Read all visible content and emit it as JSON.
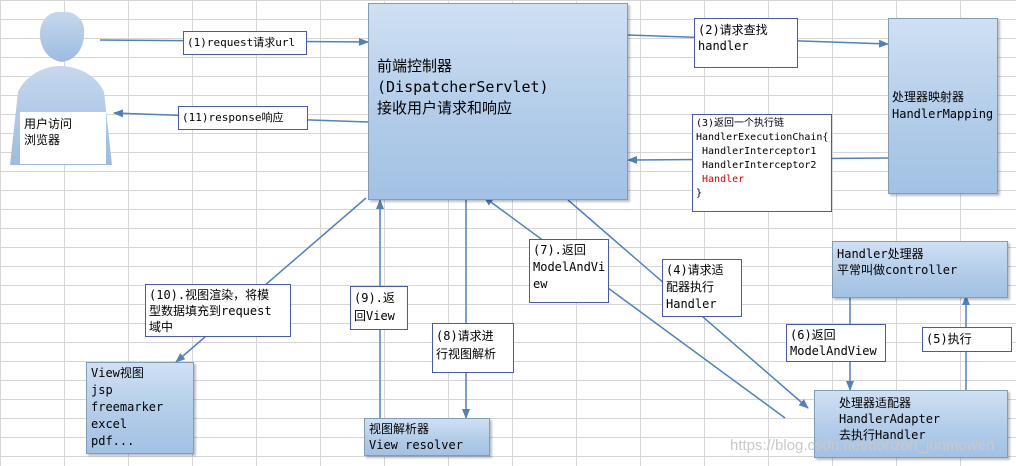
{
  "browser": {
    "line1": "用户访问",
    "line2": "浏览器"
  },
  "front_controller": {
    "line1": "前端控制器",
    "line2": "(DispatcherServlet)",
    "line3": "接收用户请求和响应"
  },
  "handler_mapping": {
    "line1": "处理器映射器",
    "line2": "HandlerMapping"
  },
  "handler_controller": {
    "line1": "Handler处理器",
    "line2": "平常叫做controller"
  },
  "handler_adapter": {
    "line1": "处理器适配器",
    "line2": "HandlerAdapter",
    "line3": "去执行Handler"
  },
  "view_resolver": {
    "line1": "视图解析器",
    "line2": "View resolver"
  },
  "view": {
    "line1": "View视图",
    "line2": "jsp",
    "line3": "freemarker",
    "line4": "excel",
    "line5": "pdf..."
  },
  "steps": {
    "s1": "(1)request请求url",
    "s2a": "(2)请求查找",
    "s2b": "handler",
    "s3a": "(3)返回一个执行链",
    "s3b": "HandlerExecutionChain{",
    "s3c": " HandlerInterceptor1",
    "s3d": " HandlerInterceptor2",
    "s3e": " Handler",
    "s3f": "}",
    "s4a": "(4)请求适",
    "s4b": "配器执行",
    "s4c": "Handler",
    "s5": "(5)执行",
    "s6a": "(6)返回",
    "s6b": "ModelAndView",
    "s7a": "(7).返回",
    "s7b": "ModelAndVi",
    "s7c": "ew",
    "s8a": "(8)请求进",
    "s8b": "行视图解析",
    "s9a": "(9).返",
    "s9b": "回View",
    "s10a": "(10).视图渲染，将模",
    "s10b": "型数据填充到request",
    "s10c": "域中",
    "s11": "(11)response响应"
  },
  "watermark": "https://blog.csdn.net/horizon_junmowen",
  "colors": {
    "box_fill": "#a9c6e6",
    "arrow": "#4f81bd",
    "label_border": "#4a5aa8",
    "handler_red": "#d40000"
  }
}
